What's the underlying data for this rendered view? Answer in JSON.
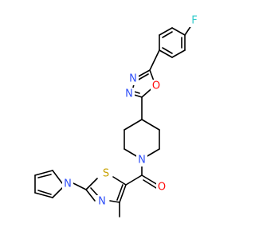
{
  "atoms": {
    "F": {
      "text": "F",
      "color": "#33cccc"
    },
    "O1": {
      "text": "O",
      "color": "#ff0d0d"
    },
    "N1": {
      "text": "N",
      "color": "#3050f8"
    },
    "N2": {
      "text": "N",
      "color": "#3050f8"
    },
    "N3": {
      "text": "N",
      "color": "#3050f8"
    },
    "O2": {
      "text": "O",
      "color": "#ff0d0d"
    },
    "S1": {
      "text": "S",
      "color": "#c8a200"
    },
    "N4": {
      "text": "N",
      "color": "#3050f8"
    },
    "N5": {
      "text": "N",
      "color": "#3050f8"
    }
  }
}
